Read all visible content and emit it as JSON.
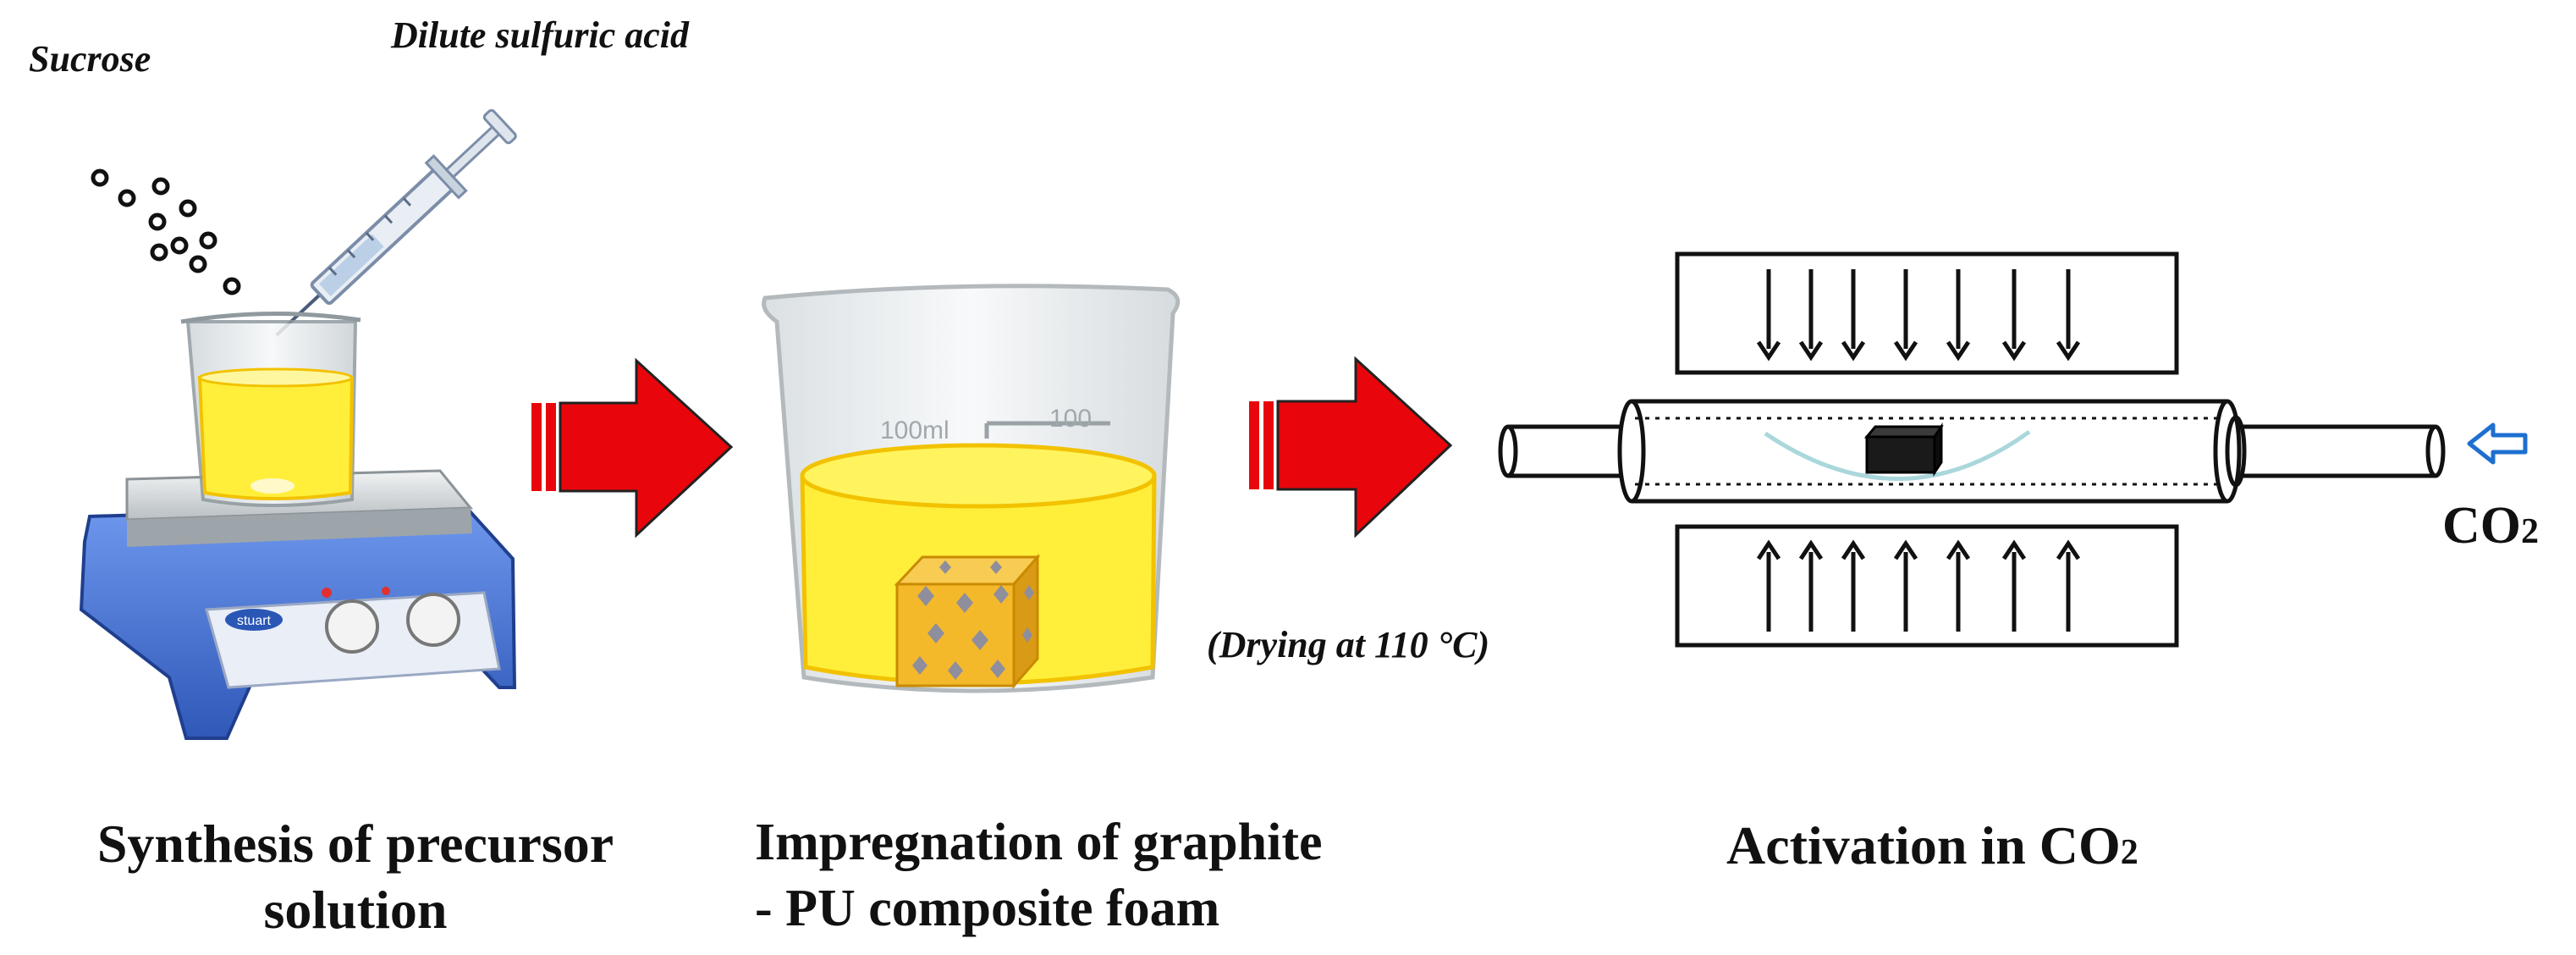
{
  "labels": {
    "sucrose": "Sucrose",
    "acid": "Dilute sulfuric acid",
    "drying": "(Drying at 110 °C)",
    "co2_main": "CO",
    "co2_sub": "2"
  },
  "beaker_marks": {
    "volume": "100ml",
    "scale": "100"
  },
  "stirrer": {
    "brand": "stuart"
  },
  "captions": {
    "step1_line1": "Synthesis of precursor",
    "step1_line2": "solution",
    "step2_line1": "Impregnation of graphite",
    "step2_line2": "- PU composite foam",
    "step3_main": "Activation in CO",
    "step3_sub": "2"
  },
  "colors": {
    "arrow_red": "#e8060c",
    "solution_yellow": "#ffef3a",
    "solution_edge": "#f2c200",
    "foam_orange": "#f4b92a",
    "stirrer_blue": "#4a78d8",
    "co2_arrow_blue": "#1e6fd0"
  }
}
